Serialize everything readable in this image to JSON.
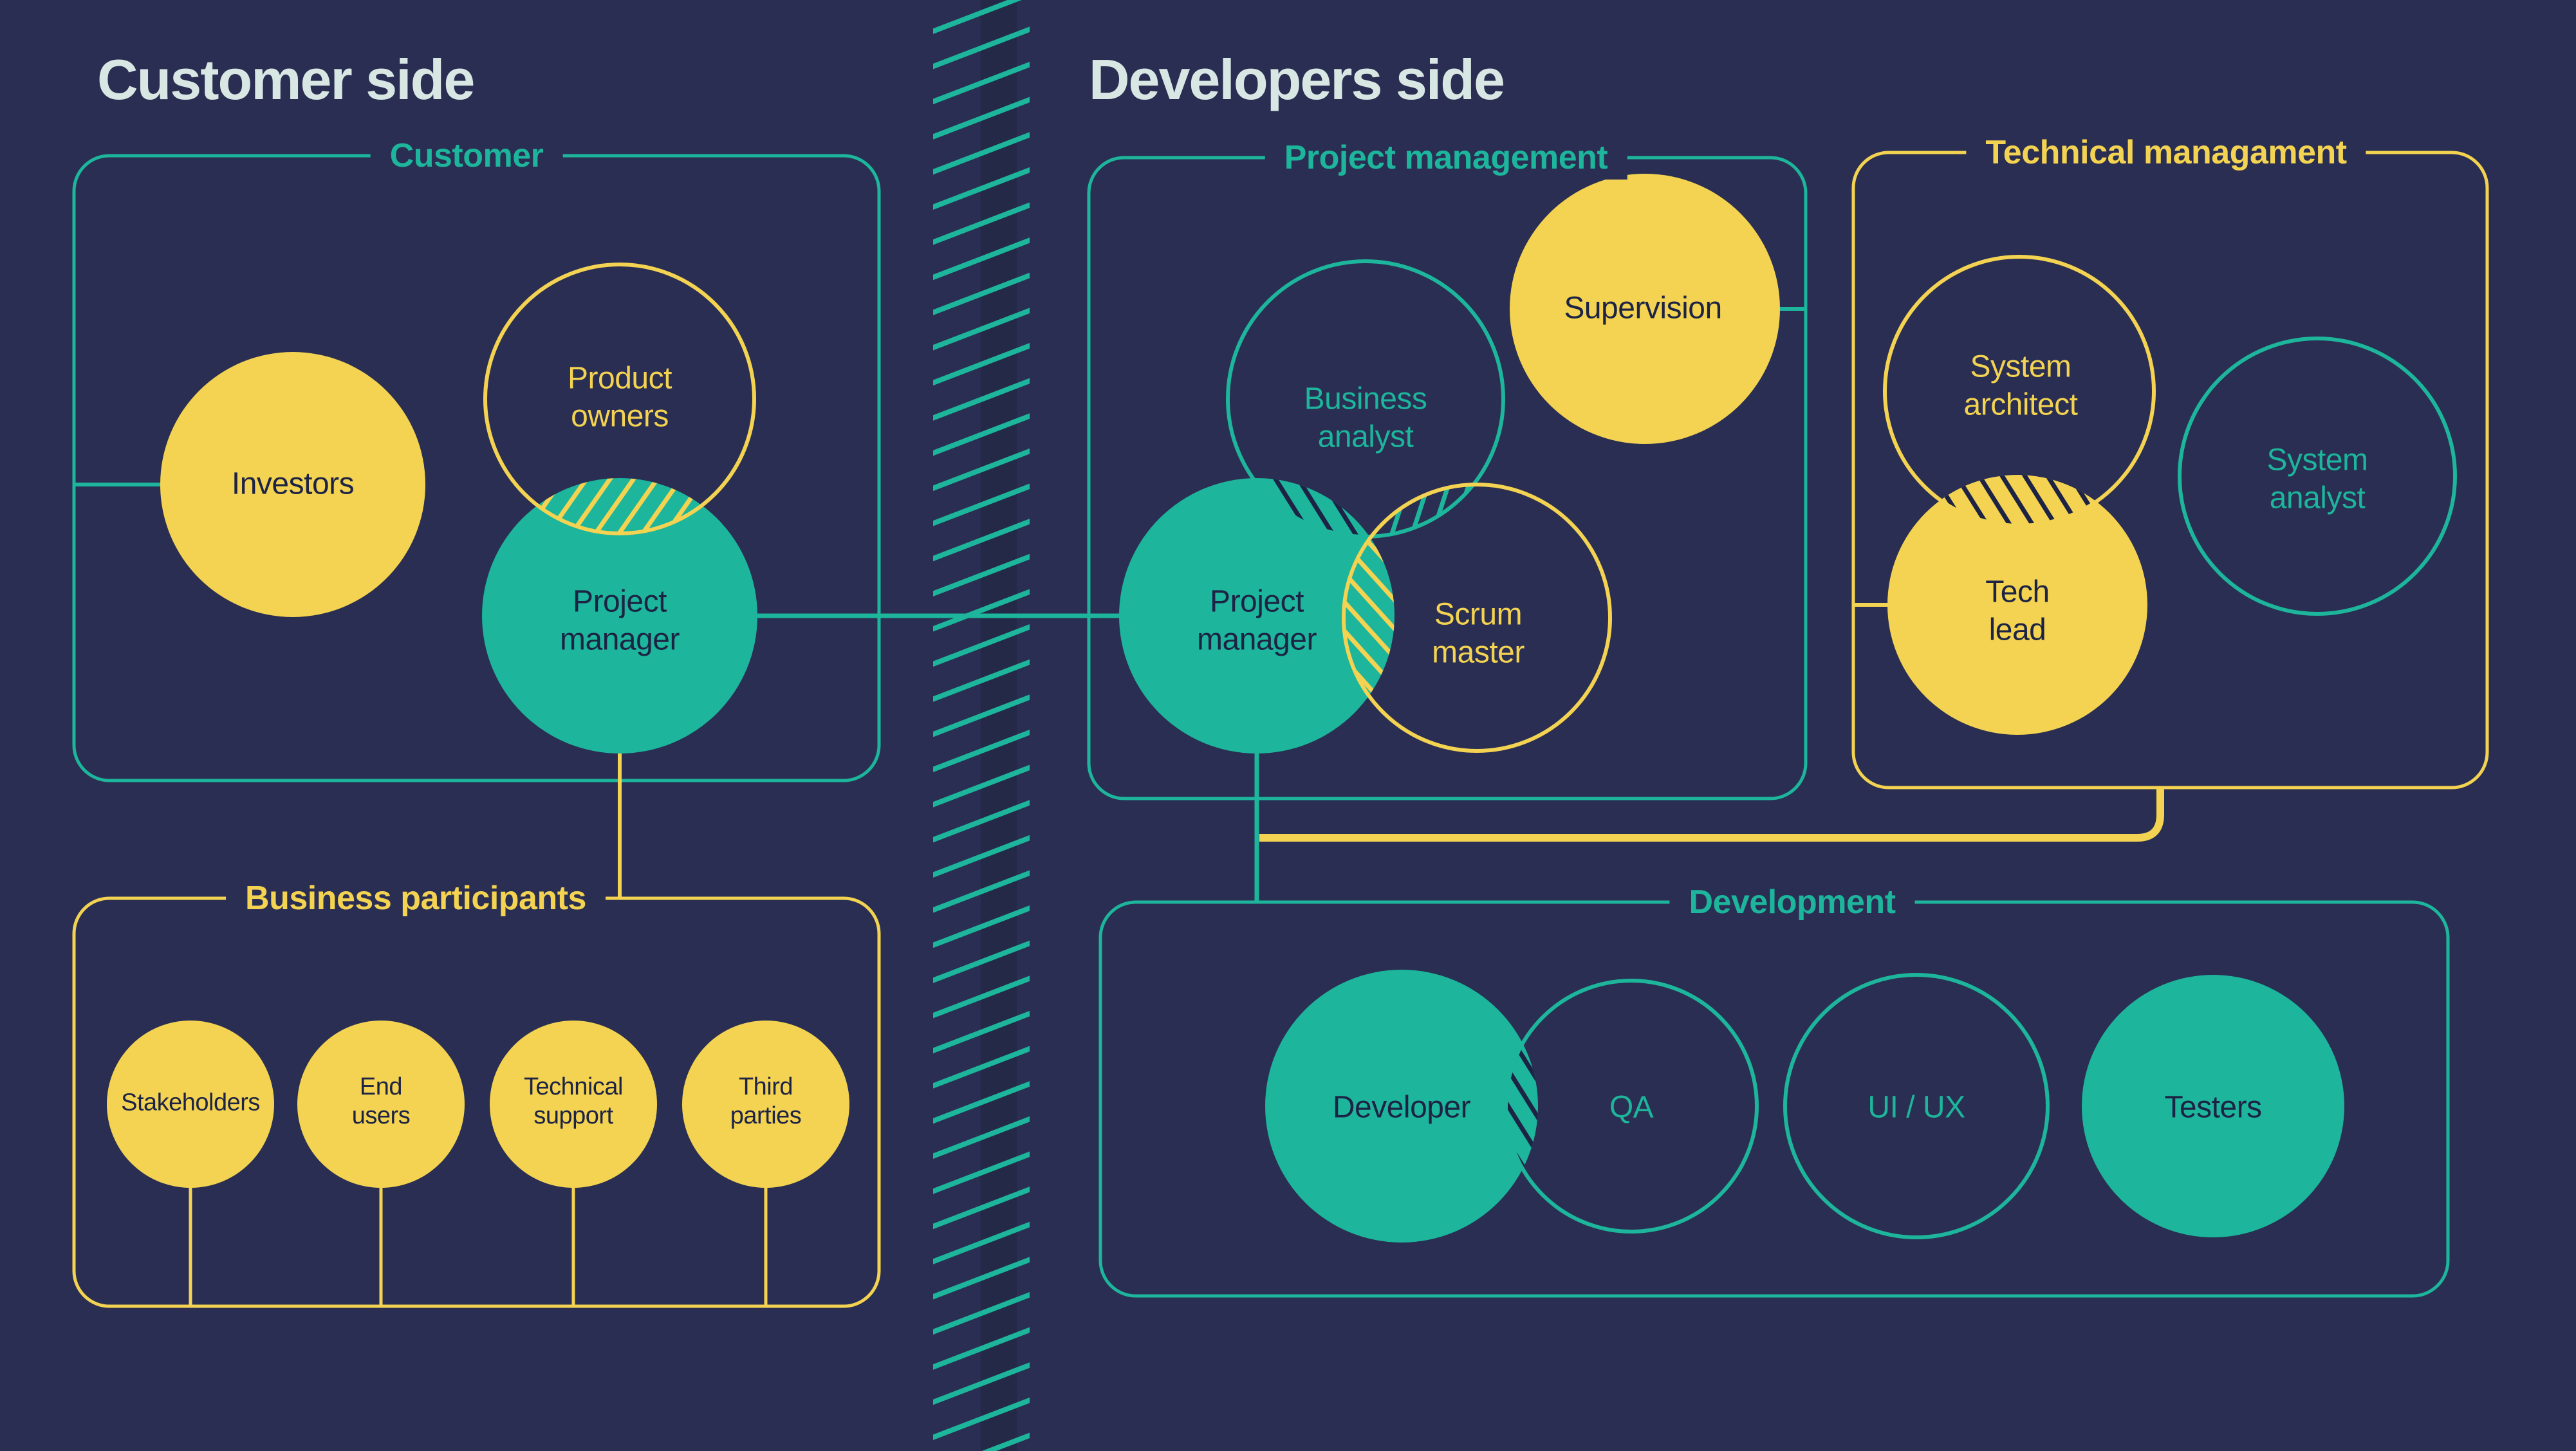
{
  "titles": {
    "customer_side": "Customer side",
    "developers_side": "Developers side"
  },
  "colors": {
    "background": "#292e52",
    "divider_shade": "#242947",
    "teal": "#1db59b",
    "yellow": "#f3d351",
    "navy_text": "#1d2344",
    "title_text": "#d9e7e4"
  },
  "sections": {
    "customer": {
      "label": "Customer",
      "circles": {
        "investors": {
          "label": "Investors"
        },
        "product_owners": {
          "label": "Product\nowners"
        },
        "project_manager": {
          "label": "Project\nmanager"
        }
      }
    },
    "business_participants": {
      "label": "Business participants",
      "circles": {
        "stakeholders": {
          "label": "Stakeholders"
        },
        "end_users": {
          "label": "End\nusers"
        },
        "technical_support": {
          "label": "Technical\nsupport"
        },
        "third_parties": {
          "label": "Third\nparties"
        }
      }
    },
    "project_management": {
      "label": "Project management",
      "circles": {
        "business_analyst": {
          "label": "Business\nanalyst"
        },
        "supervision": {
          "label": "Supervision"
        },
        "project_manager": {
          "label": "Project\nmanager"
        },
        "scrum_master": {
          "label": "Scrum\nmaster"
        }
      }
    },
    "technical_management": {
      "label": "Technical managament",
      "circles": {
        "system_architect": {
          "label": "System\narchitect"
        },
        "tech_lead": {
          "label": "Tech\nlead"
        },
        "system_analyst": {
          "label": "System\nanalyst"
        }
      }
    },
    "development": {
      "label": "Development",
      "circles": {
        "developer": {
          "label": "Developer"
        },
        "qa": {
          "label": "QA"
        },
        "ui_ux": {
          "label": "UI / UX"
        },
        "testers": {
          "label": "Testers"
        }
      }
    }
  }
}
